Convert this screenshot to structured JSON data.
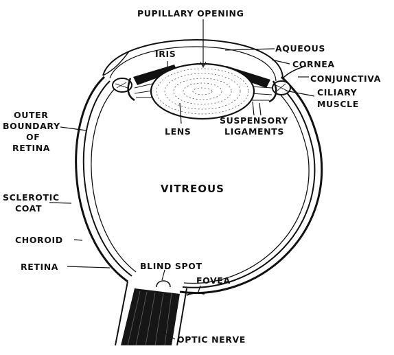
{
  "labels": {
    "pupillary_opening": "PUPILLARY OPENING",
    "aqueous": "AQUEOUS",
    "cornea": "CORNEA",
    "conjunctiva": "CONJUNCTIVA",
    "iris": "IRIS",
    "ciliary_muscle": [
      "CILIARY",
      "MUSCLE"
    ],
    "suspensory_ligaments": [
      "SUSPENSORY",
      "LIGAMENTS"
    ],
    "lens": "LENS",
    "outer_boundary": [
      "OUTER",
      "BOUNDARY",
      "OF",
      "RETINA"
    ],
    "vitreous": "VITREOUS",
    "sclerotic_coat": [
      "SCLEROTIC",
      "COAT"
    ],
    "choroid": "CHOROID",
    "retina": "RETINA",
    "blind_spot": "BLIND SPOT",
    "fovea": "FOVEA",
    "optic_nerve": "OPTIC NERVE"
  },
  "colors": {
    "ink": "#111111",
    "paper": "#ffffff"
  }
}
